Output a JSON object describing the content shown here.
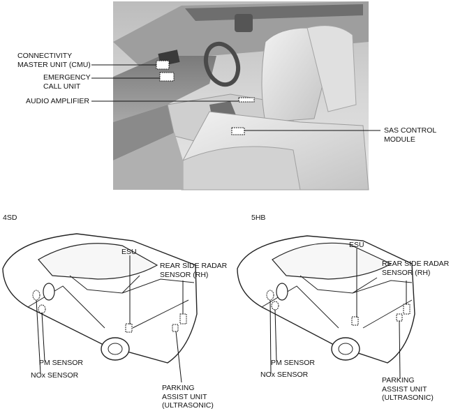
{
  "interior": {
    "cmu_label": "CONNECTIVITY\nMASTER UNIT (CMU)",
    "ecall_label": "EMERGENCY\nCALL UNIT",
    "amp_label": "AUDIO AMPLIFIER",
    "sas_label": "SAS CONTROL\nMODULE"
  },
  "sedan": {
    "variant_label": "4SD",
    "esu_label": "ESU",
    "radar_label": "REAR SIDE RADAR\nSENSOR (RH)",
    "pm_label": "PM SENSOR",
    "nox_label": "NOx SENSOR",
    "parking_label": "PARKING\nASSIST UNIT\n(ULTRASONIC)"
  },
  "hatch": {
    "variant_label": "5HB",
    "esu_label": "ESU",
    "radar_label": "REAR SIDE RADAR\nSENSOR (RH)",
    "pm_label": "PM SENSOR",
    "nox_label": "NOx SENSOR",
    "parking_label": "PARKING\nASSIST UNIT\n(ULTRASONIC)"
  }
}
